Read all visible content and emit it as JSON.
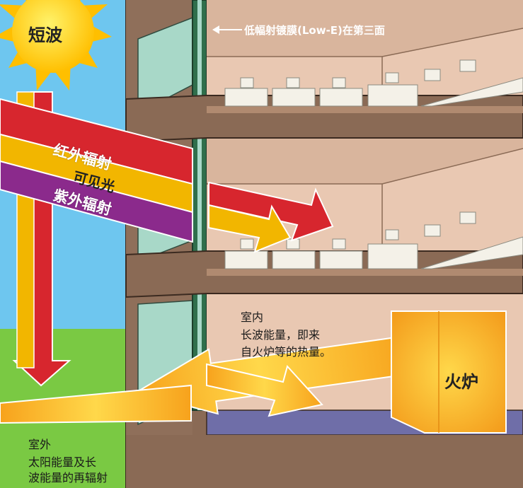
{
  "sun": {
    "label": "短波"
  },
  "lowe_note": "低幅射镀膜(Low-E)在第三面",
  "rays": {
    "infrared": "红外辐射",
    "visible": "可见光",
    "ultraviolet": "紫外辐射"
  },
  "indoor": {
    "title": "室内",
    "line1": "长波能量，即来",
    "line2": "自火炉等的热量。"
  },
  "furnace": {
    "label": "火炉"
  },
  "outdoor": {
    "title": "室外",
    "line1": "太阳能量及长",
    "line2": "波能量的再辐射"
  },
  "colors": {
    "sky": "#6ec6ef",
    "grass": "#7ac943",
    "sun": "#ffd200",
    "infrared": "#d7262e",
    "visible": "#f2b600",
    "ultraviolet": "#8b2a8c",
    "wall": "#e9c8b2",
    "structure": "#8a6a55",
    "glass": "#a8d8c8",
    "floor": "#6f6ea8",
    "furnace": "#f7a21c"
  }
}
